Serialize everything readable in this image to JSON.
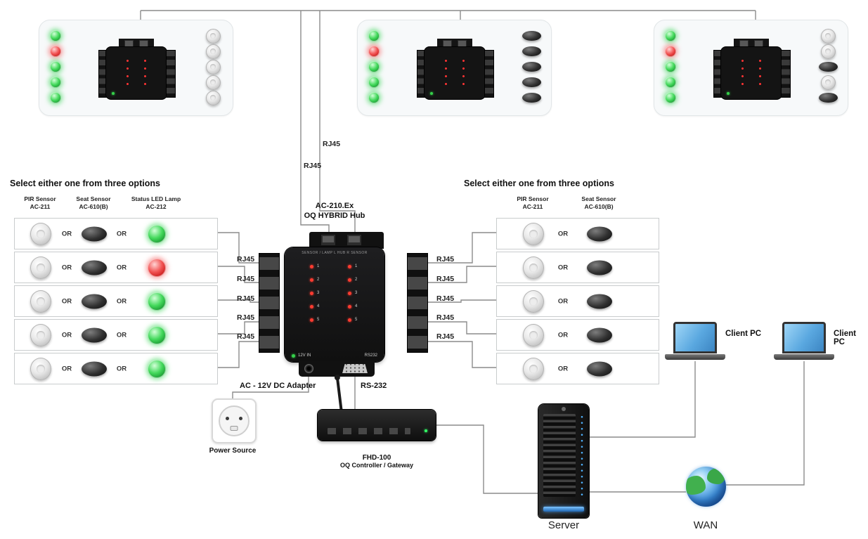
{
  "labels": {
    "rj45": "RJ45",
    "or": "OR",
    "adapter": "AC - 12V DC Adapter",
    "rs232_line": "RS-232",
    "power_source": "Power Source",
    "server": "Server",
    "wan": "WAN",
    "client_pc": "Client PC"
  },
  "options_left": {
    "title": "Select either one from three options",
    "columns": [
      {
        "name": "PIR Sensor",
        "model": "AC-211"
      },
      {
        "name": "Seat Sensor",
        "model": "AC-610(B)"
      },
      {
        "name": "Status LED Lamp",
        "model": "AC-212"
      }
    ],
    "rows": [
      {
        "led": "green"
      },
      {
        "led": "red"
      },
      {
        "led": "green"
      },
      {
        "led": "green"
      },
      {
        "led": "green"
      }
    ]
  },
  "options_right": {
    "title": "Select either one from three options",
    "columns": [
      {
        "name": "PIR Sensor",
        "model": "AC-211"
      },
      {
        "name": "Seat Sensor",
        "model": "AC-610(B)"
      }
    ]
  },
  "hub": {
    "title_line1": "AC-210.Ex",
    "title_line2": "OQ HYBRID Hub",
    "panel_header": "SENSOR / LAMP    L   HUB   R    SENSOR",
    "power_label": "12V IN",
    "serial_label": "RS232",
    "led_numbers": [
      "1",
      "2",
      "3",
      "4",
      "5"
    ]
  },
  "controller": {
    "line1": "FHD-100",
    "line2": "OQ Controller / Gateway"
  },
  "panels": [
    {
      "leds": [
        "green",
        "red",
        "green",
        "green",
        "green"
      ],
      "sensors": [
        "dome",
        "dome",
        "dome",
        "dome",
        "dome"
      ]
    },
    {
      "leds": [
        "green",
        "red",
        "green",
        "green",
        "green"
      ],
      "sensors": [
        "oval",
        "oval",
        "oval",
        "oval",
        "oval"
      ]
    },
    {
      "leds": [
        "green",
        "red",
        "green",
        "green",
        "green"
      ],
      "sensors": [
        "dome",
        "dome",
        "oval",
        "dome",
        "oval"
      ]
    }
  ]
}
